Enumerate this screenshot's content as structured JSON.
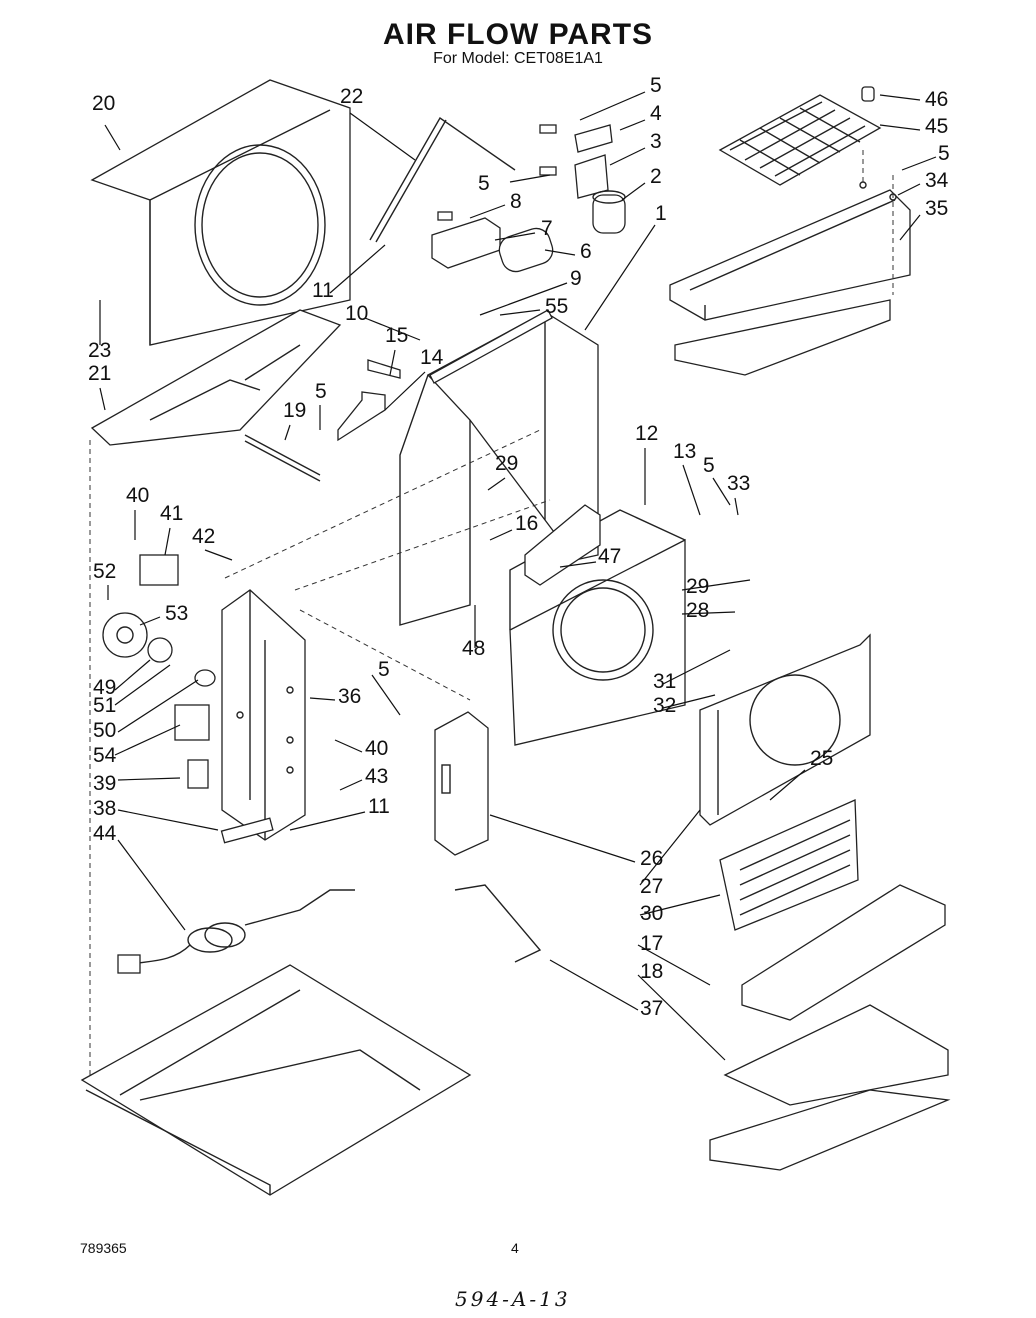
{
  "header": {
    "title": "AIR FLOW PARTS",
    "subtitle": "For Model: CET08E1A1"
  },
  "footer": {
    "doc_number": "789365",
    "page_number": "4",
    "handwritten_code": "594-A-13"
  },
  "callouts": [
    "20",
    "22",
    "5",
    "4",
    "3",
    "5",
    "2",
    "46",
    "45",
    "5",
    "34",
    "35",
    "8",
    "7",
    "6",
    "1",
    "11",
    "9",
    "10",
    "55",
    "23",
    "21",
    "15",
    "14",
    "5",
    "19",
    "12",
    "13",
    "29",
    "16",
    "40",
    "41",
    "42",
    "5",
    "33",
    "52",
    "53",
    "47",
    "29",
    "28",
    "48",
    "49",
    "51",
    "5",
    "36",
    "31",
    "32",
    "50",
    "54",
    "40",
    "39",
    "43",
    "38",
    "11",
    "25",
    "44",
    "26",
    "27",
    "30",
    "17",
    "18",
    "37"
  ]
}
